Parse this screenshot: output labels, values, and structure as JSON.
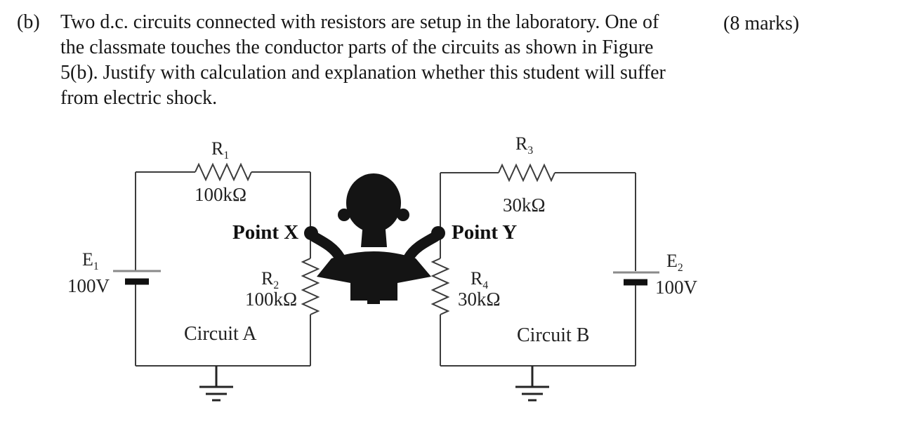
{
  "question": {
    "label": "(b)",
    "marks": "(8 marks)",
    "lines": [
      "Two d.c. circuits connected with resistors are setup in the laboratory. One of",
      "the classmate touches the conductor parts of the circuits as shown in Figure",
      "5(b). Justify with calculation and explanation whether this student will suffer",
      "from electric shock."
    ]
  },
  "figure": {
    "circuit_a": {
      "name": "Circuit A",
      "battery": {
        "label_base": "E",
        "label_sub": "1",
        "value": "100V"
      },
      "r_top": {
        "label_base": "R",
        "label_sub": "1",
        "value": "100kΩ"
      },
      "r_right": {
        "label_base": "R",
        "label_sub": "2",
        "value": "100kΩ"
      },
      "touch_point": "Point X"
    },
    "circuit_b": {
      "name": "Circuit B",
      "battery": {
        "label_base": "E",
        "label_sub": "2",
        "value": "100V"
      },
      "r_top": {
        "label_base": "R",
        "label_sub": "3",
        "value": "30kΩ"
      },
      "r_left": {
        "label_base": "R",
        "label_sub": "4",
        "value": "30kΩ"
      },
      "touch_point": "Point Y"
    },
    "icons": {
      "person": "student-silhouette-icon",
      "ground": "earth-ground-icon",
      "battery": "dc-cell-icon"
    }
  },
  "colors": {
    "background": "#ffffff",
    "wire": "#3c3c3c",
    "text": "#1c1c1c",
    "silhouette": "#141414",
    "battery_long_plate": "#8a8a8a",
    "battery_short_plate": "#101010"
  }
}
